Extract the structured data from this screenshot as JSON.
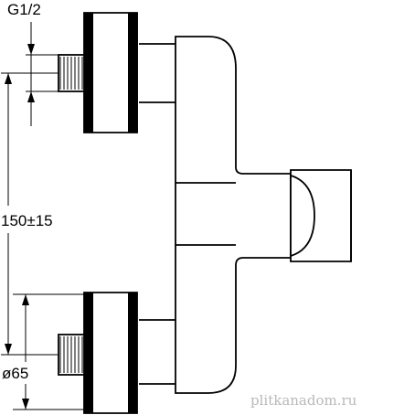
{
  "labels": {
    "thread_size": "G1/2",
    "center_distance": "150±15",
    "diameter": "ø65"
  },
  "watermark": "plitkanadom.ru"
}
